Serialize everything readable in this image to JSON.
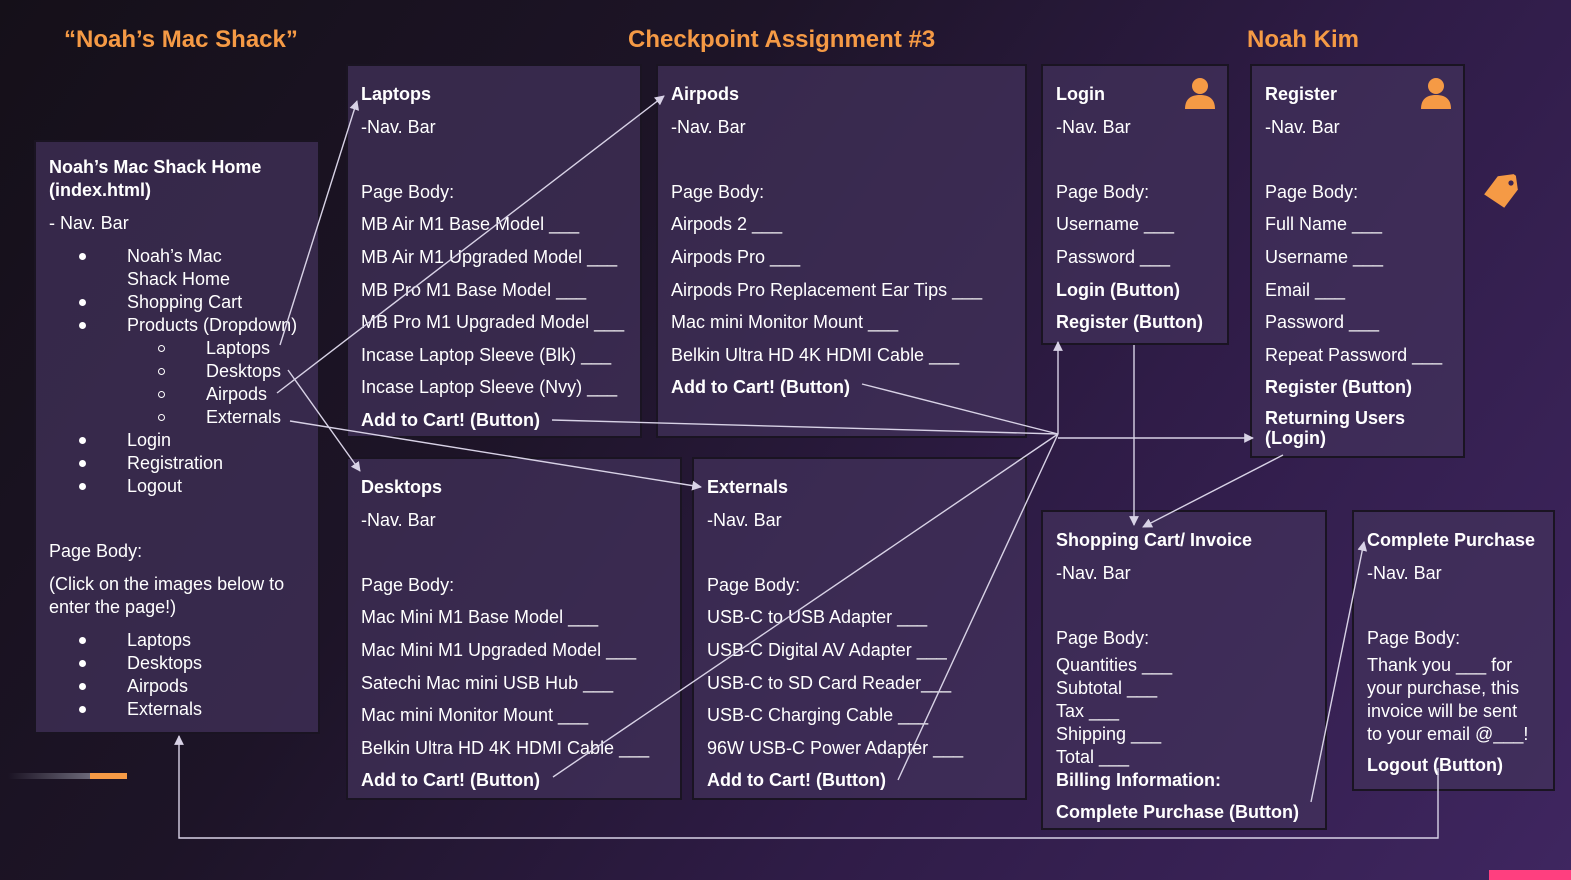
{
  "headers": {
    "brand": "“Noah’s Mac Shack”",
    "assignment": "Checkpoint Assignment #3",
    "author": "Noah Kim"
  },
  "home": {
    "title": "Noah’s Mac Shack Home (index.html)",
    "nav": "- Nav. Bar",
    "nav_items": [
      "Noah’s Mac Shack Home",
      "Shopping Cart",
      "Products (Dropdown)"
    ],
    "product_items": [
      "Laptops",
      "Desktops",
      "Airpods",
      "Externals"
    ],
    "account_items": [
      "Login",
      "Registration",
      "Logout"
    ],
    "body_label": "Page Body:",
    "body_note": "(Click on the images below to enter the page!)",
    "body_items": [
      "Laptops",
      "Desktops",
      "Airpods",
      "Externals"
    ]
  },
  "laptops": {
    "title": "Laptops",
    "nav": "-Nav. Bar",
    "body_label": "Page Body:",
    "items": [
      "MB Air M1 Base Model ___",
      "MB Air M1 Upgraded Model ___",
      "MB Pro M1 Base Model ___",
      "MB Pro M1 Upgraded Model ___",
      "Incase Laptop Sleeve (Blk) ___",
      "Incase Laptop Sleeve (Nvy) ___"
    ],
    "button": "Add to Cart! (Button)"
  },
  "airpods": {
    "title": "Airpods",
    "nav": "-Nav. Bar",
    "body_label": "Page Body:",
    "items": [
      "Airpods 2  ___",
      "Airpods Pro  ___",
      "Airpods Pro Replacement Ear Tips ___",
      "Mac mini Monitor Mount ___",
      "Belkin Ultra HD 4K HDMI Cable ___"
    ],
    "button": "Add to Cart! (Button)"
  },
  "login": {
    "title": "Login",
    "nav": "-Nav. Bar",
    "body_label": "Page Body:",
    "items": [
      "Username ___",
      "Password ___"
    ],
    "buttons": [
      "Login (Button)",
      "Register (Button)"
    ]
  },
  "register": {
    "title": "Register",
    "nav": "-Nav. Bar",
    "body_label": "Page Body:",
    "items": [
      "Full Name ___",
      "Username ___",
      "Email ___",
      "Password ___",
      "Repeat Password ___"
    ],
    "buttons": [
      "Register (Button)",
      "Returning Users",
      "(Login)"
    ]
  },
  "desktops": {
    "title": "Desktops",
    "nav": "-Nav. Bar",
    "body_label": "Page Body:",
    "items": [
      "Mac Mini M1 Base Model ___",
      "Mac Mini M1 Upgraded Model ___",
      "Satechi Mac mini USB Hub ___",
      "Mac mini Monitor Mount ___",
      "Belkin Ultra HD 4K HDMI Cable ___"
    ],
    "button": "Add to Cart! (Button)"
  },
  "externals": {
    "title": "Externals",
    "nav": "-Nav. Bar",
    "body_label": "Page Body:",
    "items": [
      "USB-C to USB Adapter ___",
      "USB-C Digital AV Adapter ___",
      "USB-C to SD Card Reader___",
      "USB-C Charging Cable ___",
      "96W USB-C Power Adapter ___"
    ],
    "button": "Add to Cart! (Button)"
  },
  "cart": {
    "title": "Shopping Cart/ Invoice",
    "nav": "-Nav. Bar",
    "body_label": "Page Body:",
    "items": [
      "Quantities ___",
      "Subtotal ___",
      "Tax ___",
      "Shipping ___",
      "Total ___"
    ],
    "billing": "Billing Information:",
    "button": "Complete Purchase (Button)"
  },
  "complete": {
    "title": "Complete Purchase",
    "nav": "-Nav. Bar",
    "body_label": "Page Body:",
    "message": [
      "Thank you ___ for",
      "your purchase, this",
      "invoice will be sent",
      "to your email @___!"
    ],
    "button": "Logout (Button)"
  },
  "colors": {
    "accent": "#f59a45",
    "box_fill": "#42325c",
    "arrow": "#d8d2e6",
    "pink": "#ff3f7f"
  },
  "icons": [
    "person-icon",
    "price-tag-icon"
  ]
}
